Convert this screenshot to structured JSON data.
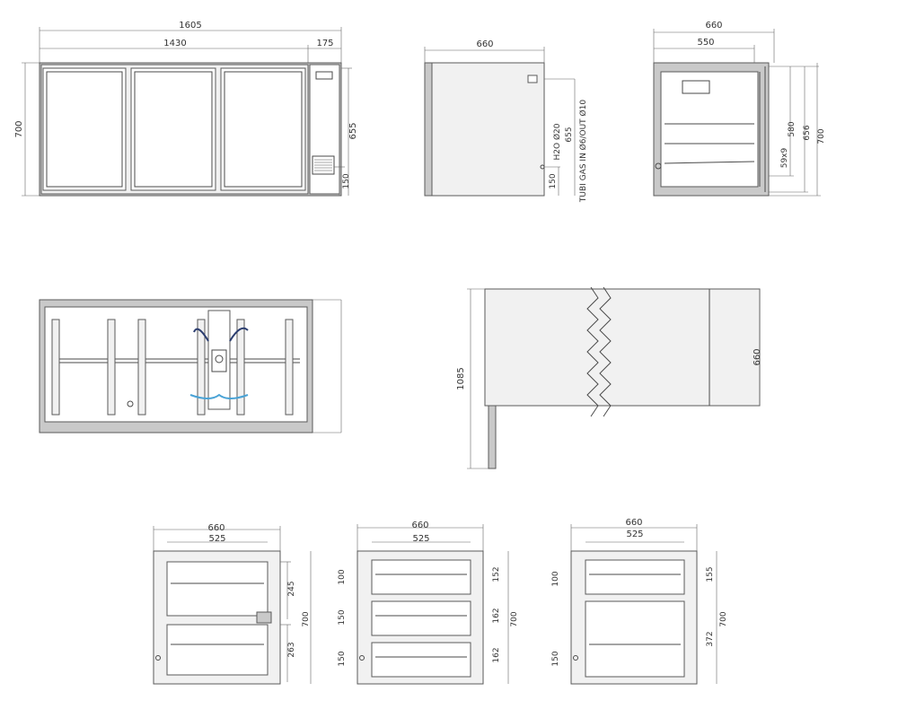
{
  "front_view": {
    "overall_width": "1605",
    "cabinet_width": "1430",
    "compressor_width": "175",
    "height": "700",
    "inner_height": "655",
    "grille_height": "150"
  },
  "side_view": {
    "depth": "660",
    "height": "655",
    "base": "150",
    "water_label": "H2O Ø20",
    "gas_label": "TUBI GAS IN Ø6/OUT Ø10"
  },
  "section_view": {
    "depth": "660",
    "inner_depth": "550",
    "h1": "580",
    "h2": "656",
    "h3": "700",
    "drain": "59x9"
  },
  "top_long_view": {
    "length": "1085",
    "depth": "660"
  },
  "drawer_views": [
    {
      "width": "660",
      "inner": "525",
      "height": "700",
      "right_dims": [
        "245",
        "263"
      ],
      "left_dims": []
    },
    {
      "width": "660",
      "inner": "525",
      "height": "700",
      "right_dims": [
        "152",
        "162",
        "162"
      ],
      "left_dims": [
        "100",
        "150",
        "150"
      ]
    },
    {
      "width": "660",
      "inner": "525",
      "height": "700",
      "right_dims": [
        "155",
        "372"
      ],
      "left_dims": [
        "100",
        "150"
      ]
    }
  ]
}
